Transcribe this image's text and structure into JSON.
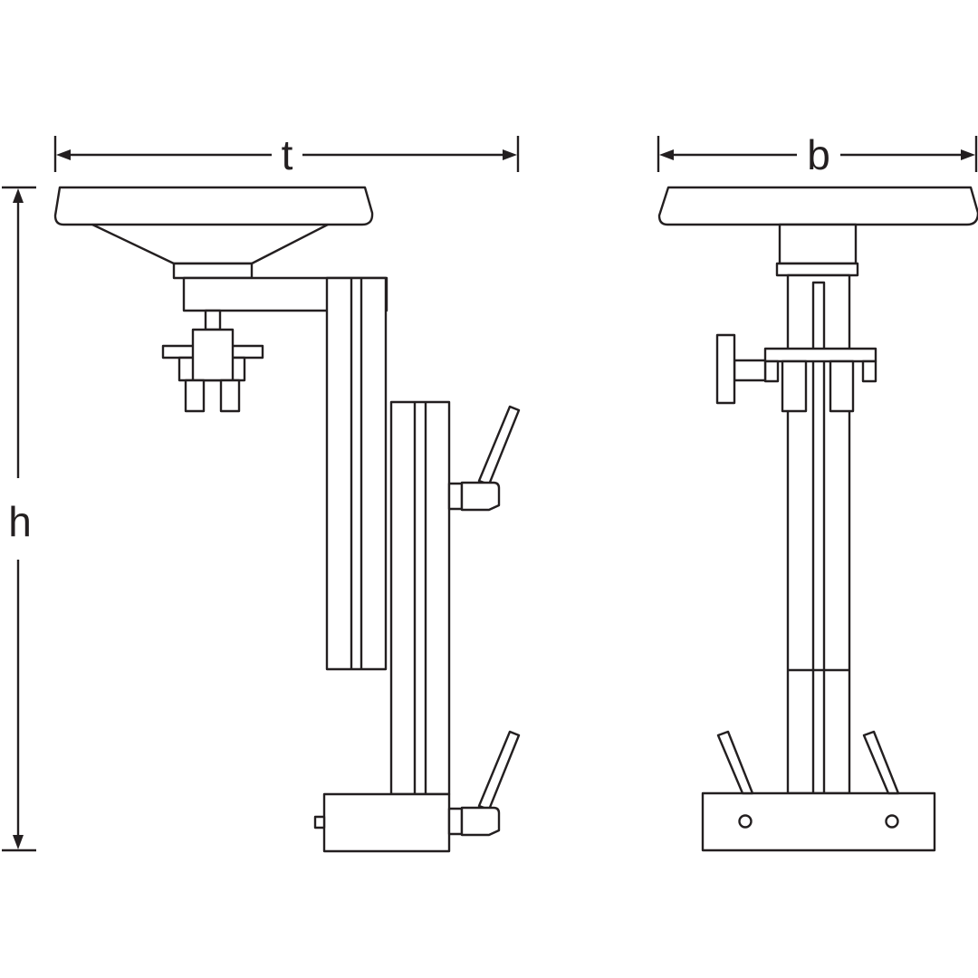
{
  "figure": {
    "background": "#ffffff",
    "line_color": "#231f20"
  },
  "dimensions": {
    "depth_label": "t",
    "width_label": "b",
    "height_label": "h"
  }
}
